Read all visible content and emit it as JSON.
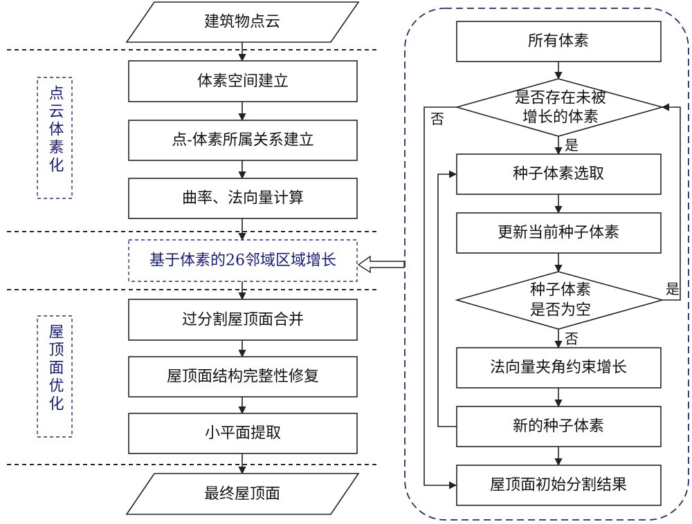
{
  "left": {
    "input": "建筑物点云",
    "step_voxel_space": "体素空间建立",
    "step_point_voxel": "点-体素所属关系建立",
    "step_curvature": "曲率、法向量计算",
    "region_growing": "基于体素的26邻域区域增长",
    "step_merge": "过分割屋顶面合并",
    "step_repair": "屋顶面结构完整性修复",
    "step_small_plane": "小平面提取",
    "output": "最终屋顶面",
    "phase_voxelization": "点云体素化",
    "phase_optimization": "屋顶面优化"
  },
  "right": {
    "all_voxels": "所有体素",
    "decision_ungrown_1": "是否存在未被",
    "decision_ungrown_2": "增长的体素",
    "seed_select": "种子体素选取",
    "update_seed": "更新当前种子体素",
    "decision_empty_1": "种子体素",
    "decision_empty_2": "是否为空",
    "normal_grow": "法向量夹角约束增长",
    "new_seed": "新的种子体素",
    "initial_result": "屋顶面初始分割结果",
    "label_yes": "是",
    "label_no": "否"
  }
}
